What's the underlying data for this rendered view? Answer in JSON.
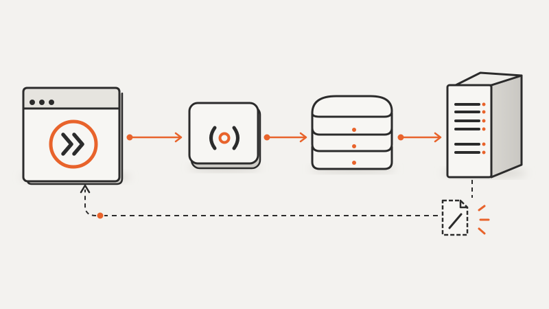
{
  "diagram": {
    "description_free": true,
    "colors": {
      "background": "#f3f2ef",
      "ink": "#2b2b2b",
      "accent": "#e8632b",
      "card_fill": "#f7f6f3",
      "titlebar_fill": "#e6e4df"
    },
    "nodes": [
      {
        "id": "browser-window",
        "icon": "fast-forward-icon"
      },
      {
        "id": "api-module",
        "icon": "signal-icon"
      },
      {
        "id": "database-stack",
        "icon": "database-icon"
      },
      {
        "id": "server-tower",
        "icon": "server-icon"
      },
      {
        "id": "log-file",
        "icon": "edited-document-icon"
      }
    ],
    "edges": [
      {
        "from": "browser-window",
        "to": "api-module",
        "style": "solid"
      },
      {
        "from": "api-module",
        "to": "database-stack",
        "style": "solid"
      },
      {
        "from": "database-stack",
        "to": "server-tower",
        "style": "solid"
      },
      {
        "from": "server-tower",
        "to": "log-file",
        "style": "dashed"
      },
      {
        "from": "log-file",
        "to": "browser-window",
        "style": "dashed"
      }
    ]
  }
}
